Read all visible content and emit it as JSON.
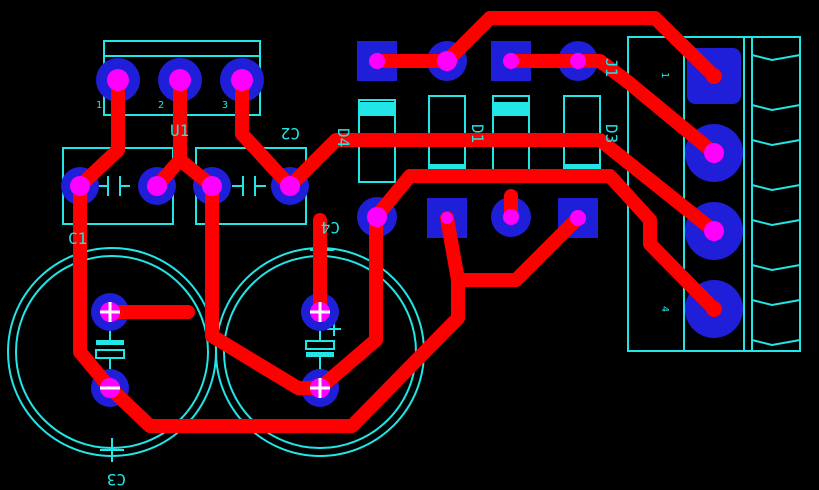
{
  "labels": {
    "u1": "U1",
    "c1": "C1",
    "c2": "C2",
    "c3": "C3",
    "c4": "C4",
    "d1": "D1",
    "d3": "D3",
    "d4": "D4",
    "j1": "J1",
    "u1_pin1": "1",
    "u1_pin2": "2",
    "u1_pin3": "3",
    "j1_pin1": "1",
    "j1_pin4": "4"
  },
  "colors": {
    "background": "#000000",
    "copper_trace": "#ff0000",
    "pad": "#1f1fd9",
    "via_overlap": "#ff00ff",
    "silkscreen": "#22e5e5"
  }
}
